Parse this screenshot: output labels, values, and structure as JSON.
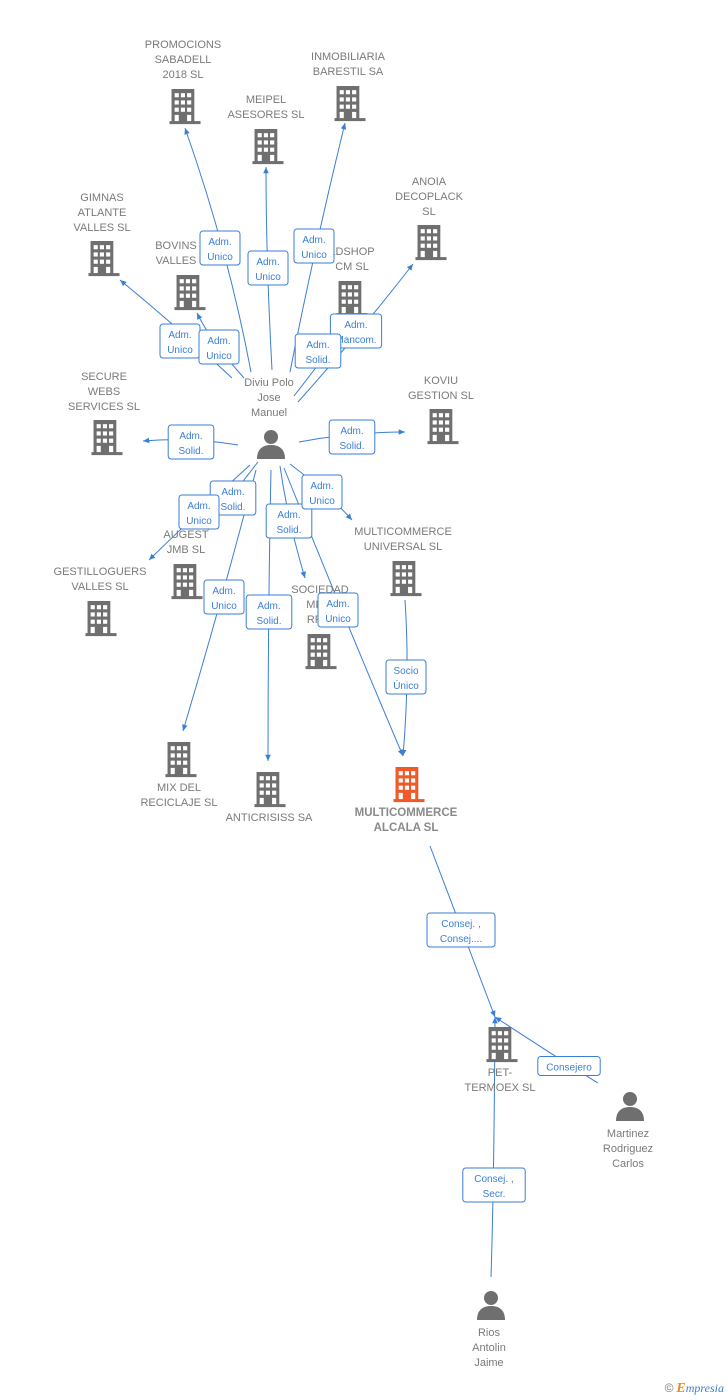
{
  "colors": {
    "edge": "#3a7fd5",
    "company": "#6f6f6f",
    "focus": "#f05a28",
    "person": "#6f6f6f",
    "label": "#7a7a7a"
  },
  "brand": {
    "copyright": "©",
    "first": "E",
    "rest": "mpresia"
  },
  "nodes": [
    {
      "id": "promocions",
      "type": "company",
      "lines": [
        "PROMOCIONS",
        "SABADELL",
        "2018  SL"
      ]
    },
    {
      "id": "inmobiliaria",
      "type": "company",
      "lines": [
        "INMOBILIARIA",
        "BARESTIL SA"
      ]
    },
    {
      "id": "meipel",
      "type": "company",
      "lines": [
        "MEIPEL",
        "ASESORES  SL"
      ]
    },
    {
      "id": "anoia",
      "type": "company",
      "lines": [
        "ANOIA",
        "DECOPLACK",
        "SL"
      ]
    },
    {
      "id": "gimnas",
      "type": "company",
      "lines": [
        "GIMNAS",
        "ATLANTE",
        "VALLES  SL"
      ]
    },
    {
      "id": "bovins",
      "type": "company",
      "lines": [
        "BOVINS",
        "VALLES"
      ]
    },
    {
      "id": "goldshop",
      "type": "company",
      "lines": [
        "LDSHOP",
        "CM SL"
      ]
    },
    {
      "id": "secure",
      "type": "company",
      "lines": [
        "SECURE",
        "WEBS",
        "SERVICES SL"
      ]
    },
    {
      "id": "koviu",
      "type": "company",
      "lines": [
        "KOVIU",
        "GESTION  SL"
      ]
    },
    {
      "id": "diviu",
      "type": "person",
      "lines": [
        "Diviu Polo",
        "Jose",
        "Manuel"
      ]
    },
    {
      "id": "augest",
      "type": "company",
      "lines": [
        "AUGEST",
        "JMB SL"
      ]
    },
    {
      "id": "gestilloguers",
      "type": "company",
      "lines": [
        "GESTILLOGUERS",
        "VALLES SL"
      ]
    },
    {
      "id": "sociedad",
      "type": "company",
      "lines": [
        "SOCIEDAD",
        "MINE",
        "RRIE"
      ]
    },
    {
      "id": "mc_universal",
      "type": "company",
      "lines": [
        "MULTICOMMERCE",
        "UNIVERSAL  SL"
      ]
    },
    {
      "id": "mixdel",
      "type": "company",
      "lines": [
        "MIX DEL",
        "RECICLAJE  SL"
      ]
    },
    {
      "id": "anticrisiss",
      "type": "company",
      "lines": [
        "ANTICRISISS SA"
      ]
    },
    {
      "id": "mc_alcala",
      "type": "focus",
      "lines": [
        "MULTICOMMERCE",
        "ALCALA  SL"
      ]
    },
    {
      "id": "pettermoex",
      "type": "company",
      "lines": [
        "PET-",
        "TERMOEX  SL"
      ]
    },
    {
      "id": "martinez",
      "type": "person",
      "lines": [
        "Martinez",
        "Rodriguez",
        "Carlos"
      ]
    },
    {
      "id": "rios",
      "type": "person",
      "lines": [
        "Rios",
        "Antolin",
        "Jaime"
      ]
    }
  ],
  "edges": [
    {
      "from": "diviu",
      "to": "promocions",
      "label": [
        "Adm.",
        "Unico"
      ]
    },
    {
      "from": "diviu",
      "to": "meipel",
      "label": [
        "Adm.",
        "Unico"
      ]
    },
    {
      "from": "diviu",
      "to": "inmobiliaria",
      "label": [
        "Adm.",
        "Unico"
      ]
    },
    {
      "from": "diviu",
      "to": "anoia",
      "label": [
        "Adm.",
        "Mancom."
      ]
    },
    {
      "from": "diviu",
      "to": "goldshop",
      "label": [
        "Adm.",
        "Solid."
      ]
    },
    {
      "from": "diviu",
      "to": "gimnas",
      "label": [
        "Adm.",
        "Unico"
      ]
    },
    {
      "from": "diviu",
      "to": "bovins",
      "label": [
        "Adm.",
        "Unico"
      ]
    },
    {
      "from": "diviu",
      "to": "secure",
      "label": [
        "Adm.",
        "Solid."
      ]
    },
    {
      "from": "diviu",
      "to": "koviu",
      "label": [
        "Adm.",
        "Solid."
      ]
    },
    {
      "from": "diviu",
      "to": "augest",
      "label": [
        "Adm.",
        "Solid."
      ]
    },
    {
      "from": "diviu",
      "to": "gestilloguers",
      "label": [
        "Adm.",
        "Unico"
      ]
    },
    {
      "from": "diviu",
      "to": "sociedad",
      "label": [
        "Adm.",
        "Solid."
      ]
    },
    {
      "from": "diviu",
      "to": "mc_universal",
      "label": [
        "Adm.",
        "Unico"
      ]
    },
    {
      "from": "diviu",
      "to": "mixdel",
      "label": [
        "Adm.",
        "Unico"
      ]
    },
    {
      "from": "diviu",
      "to": "anticrisiss",
      "label": [
        "Adm.",
        "Solid."
      ]
    },
    {
      "from": "diviu",
      "to": "mc_alcala",
      "label": [
        "Adm.",
        "Unico"
      ]
    },
    {
      "from": "mc_universal",
      "to": "mc_alcala",
      "label": [
        "Socio",
        "Único"
      ]
    },
    {
      "from": "mc_alcala",
      "to": "pettermoex",
      "label": [
        "Consej. ,",
        "Consej...."
      ]
    },
    {
      "from": "martinez",
      "to": "pettermoex",
      "label": [
        "Consejero"
      ]
    },
    {
      "from": "rios",
      "to": "pettermoex",
      "label": [
        "Consej. ,",
        "Secr."
      ]
    }
  ]
}
